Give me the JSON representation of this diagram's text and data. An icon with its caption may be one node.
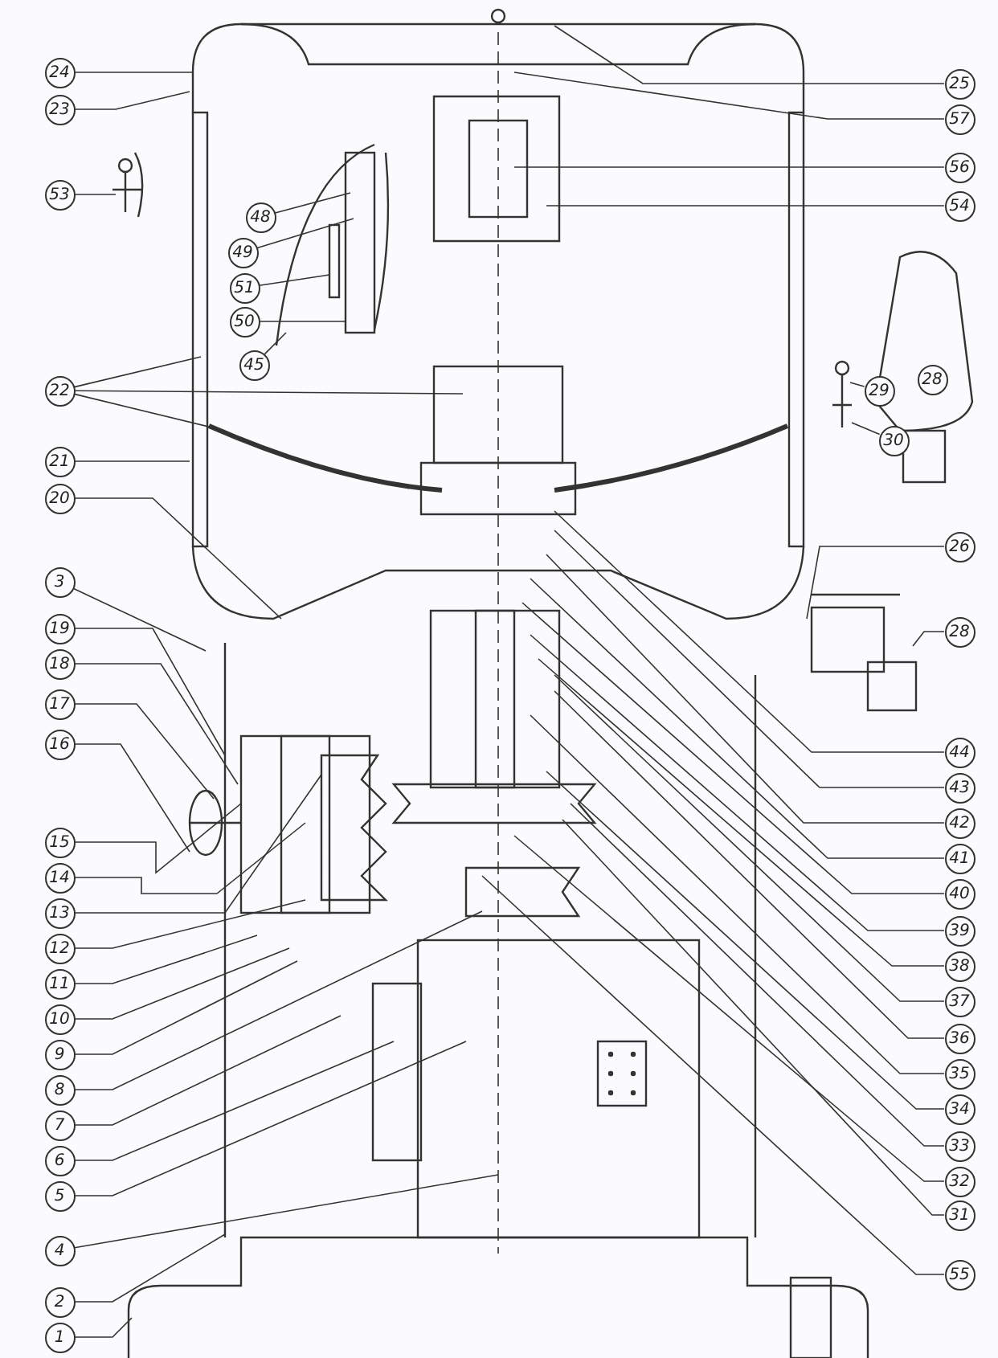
{
  "diagram": {
    "nodes": [
      {
        "text": [
          "24"
        ]
      },
      {
        "text": [
          "23"
        ]
      },
      {
        "text": [
          "53"
        ]
      },
      {
        "text": [
          "22"
        ]
      },
      {
        "text": [
          "21"
        ]
      },
      {
        "text": [
          "20"
        ]
      },
      {
        "text": [
          "3"
        ]
      },
      {
        "text": [
          "19"
        ]
      },
      {
        "text": [
          "18"
        ]
      },
      {
        "text": [
          "17"
        ]
      },
      {
        "text": [
          "16"
        ]
      },
      {
        "text": [
          "15"
        ]
      },
      {
        "text": [
          "14"
        ]
      },
      {
        "text": [
          "13"
        ]
      },
      {
        "text": [
          "12"
        ]
      },
      {
        "text": [
          "11"
        ]
      },
      {
        "text": [
          "10"
        ]
      },
      {
        "text": [
          "9"
        ]
      },
      {
        "text": [
          "8"
        ]
      },
      {
        "text": [
          "7"
        ]
      },
      {
        "text": [
          "6"
        ]
      },
      {
        "text": [
          "5"
        ]
      },
      {
        "text": [
          "4"
        ]
      },
      {
        "text": [
          "2"
        ]
      },
      {
        "text": [
          "1"
        ]
      },
      {
        "text": [
          "48"
        ]
      },
      {
        "text": [
          "49"
        ]
      },
      {
        "text": [
          "51"
        ]
      },
      {
        "text": [
          "50"
        ]
      },
      {
        "text": [
          "45"
        ]
      },
      {
        "text": [
          "28"
        ]
      },
      {
        "text": [
          "29"
        ]
      },
      {
        "text": [
          "30"
        ]
      },
      {
        "text": [
          "25"
        ]
      },
      {
        "text": [
          "57"
        ]
      },
      {
        "text": [
          "56"
        ]
      },
      {
        "text": [
          "54"
        ]
      },
      {
        "text": [
          "26"
        ]
      },
      {
        "text": [
          "28"
        ]
      },
      {
        "text": [
          "44"
        ]
      },
      {
        "text": [
          "43"
        ]
      },
      {
        "text": [
          "42"
        ]
      },
      {
        "text": [
          "41"
        ]
      },
      {
        "text": [
          "40"
        ]
      },
      {
        "text": [
          "39"
        ]
      },
      {
        "text": [
          "38"
        ]
      },
      {
        "text": [
          "37"
        ]
      },
      {
        "text": [
          "36"
        ]
      },
      {
        "text": [
          "35"
        ]
      },
      {
        "text": [
          "34"
        ]
      },
      {
        "text": [
          "33"
        ]
      },
      {
        "text": [
          "32"
        ]
      },
      {
        "text": [
          "31"
        ]
      },
      {
        "text": [
          "55"
        ]
      }
    ],
    "edges": [
      {
        "from": 0,
        "to": null,
        "arrow": "none"
      },
      {
        "from": 1,
        "to": null,
        "arrow": "none"
      },
      {
        "from": 2,
        "to": null,
        "arrow": "none"
      },
      {
        "from": 3,
        "to": null,
        "arrow": "none"
      },
      {
        "from": 3,
        "to": null,
        "arrow": "none"
      },
      {
        "from": 3,
        "to": null,
        "arrow": "none"
      },
      {
        "from": 4,
        "to": null,
        "arrow": "none"
      },
      {
        "from": 5,
        "to": null,
        "arrow": "none"
      },
      {
        "from": 6,
        "to": null,
        "arrow": "none"
      },
      {
        "from": 7,
        "to": null,
        "arrow": "none"
      },
      {
        "from": 8,
        "to": null,
        "arrow": "none"
      },
      {
        "from": 9,
        "to": null,
        "arrow": "none"
      },
      {
        "from": 10,
        "to": null,
        "arrow": "none"
      },
      {
        "from": 11,
        "to": null,
        "arrow": "none"
      },
      {
        "from": 12,
        "to": null,
        "arrow": "none"
      },
      {
        "from": 13,
        "to": null,
        "arrow": "none"
      },
      {
        "from": 14,
        "to": null,
        "arrow": "none"
      },
      {
        "from": 15,
        "to": null,
        "arrow": "none"
      },
      {
        "from": 16,
        "to": null,
        "arrow": "none"
      },
      {
        "from": 17,
        "to": null,
        "arrow": "none"
      },
      {
        "from": 18,
        "to": null,
        "arrow": "none"
      },
      {
        "from": 19,
        "to": null,
        "arrow": "none"
      },
      {
        "from": 20,
        "to": null,
        "arrow": "none"
      },
      {
        "from": 21,
        "to": null,
        "arrow": "none"
      },
      {
        "from": 22,
        "to": null,
        "arrow": "none"
      },
      {
        "from": 23,
        "to": null,
        "arrow": "none"
      },
      {
        "from": 24,
        "to": null,
        "arrow": "none"
      },
      {
        "from": 25,
        "to": null,
        "arrow": "none"
      },
      {
        "from": 26,
        "to": null,
        "arrow": "none"
      },
      {
        "from": 27,
        "to": null,
        "arrow": "none"
      },
      {
        "from": 28,
        "to": null,
        "arrow": "none"
      },
      {
        "from": 29,
        "to": null,
        "arrow": "none"
      },
      {
        "from": 31,
        "to": null,
        "arrow": "none"
      },
      {
        "from": 32,
        "to": null,
        "arrow": "none"
      },
      {
        "from": 33,
        "to": null,
        "arrow": "none"
      },
      {
        "from": 34,
        "to": null,
        "arrow": "none"
      },
      {
        "from": 35,
        "to": null,
        "arrow": "none"
      },
      {
        "from": 36,
        "to": null,
        "arrow": "none"
      },
      {
        "from": 37,
        "to": null,
        "arrow": "none"
      },
      {
        "from": 38,
        "to": null,
        "arrow": "none"
      },
      {
        "from": 39,
        "to": null,
        "arrow": "none"
      },
      {
        "from": 40,
        "to": null,
        "arrow": "none"
      },
      {
        "from": 41,
        "to": null,
        "arrow": "none"
      },
      {
        "from": 42,
        "to": null,
        "arrow": "none"
      },
      {
        "from": 43,
        "to": null,
        "arrow": "none"
      },
      {
        "from": 44,
        "to": null,
        "arrow": "none"
      },
      {
        "from": 45,
        "to": null,
        "arrow": "none"
      },
      {
        "from": 46,
        "to": null,
        "arrow": "none"
      },
      {
        "from": 47,
        "to": null,
        "arrow": "none"
      },
      {
        "from": 48,
        "to": null,
        "arrow": "none"
      },
      {
        "from": 49,
        "to": null,
        "arrow": "none"
      },
      {
        "from": 50,
        "to": null,
        "arrow": "none"
      },
      {
        "from": 51,
        "to": null,
        "arrow": "none"
      },
      {
        "from": 52,
        "to": null,
        "arrow": "none"
      },
      {
        "from": 53,
        "to": null,
        "arrow": "none"
      }
    ]
  }
}
